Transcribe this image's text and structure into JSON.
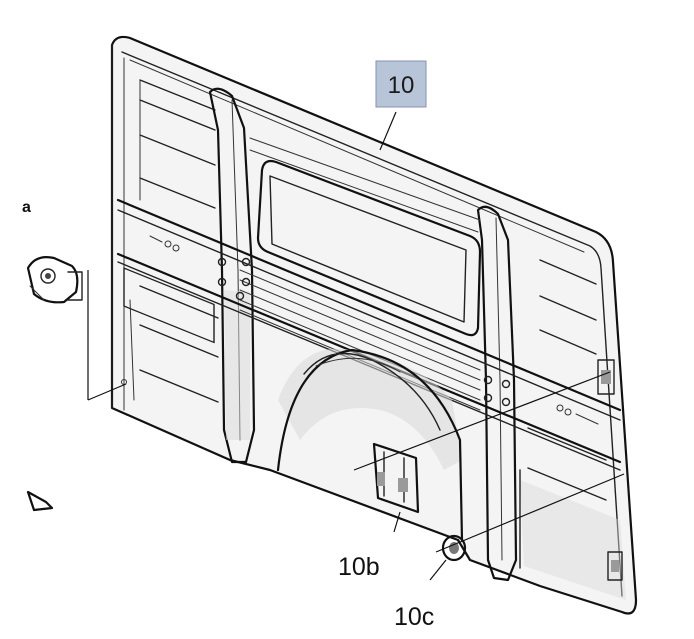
{
  "callouts": {
    "main": "10",
    "part_b": "10b",
    "part_c": "10c",
    "edge_fragment": "a"
  }
}
